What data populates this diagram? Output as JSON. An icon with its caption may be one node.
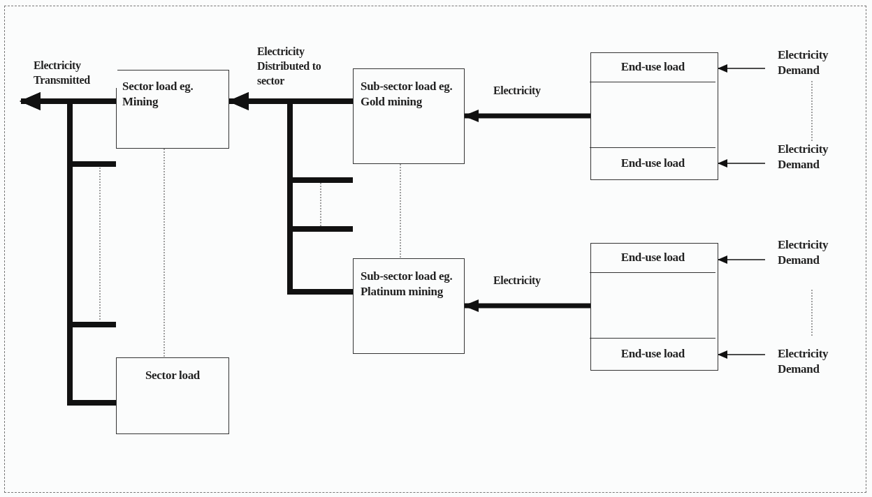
{
  "diagram": {
    "nodes": [
      {
        "text": [
          "Sector load eg. Mining"
        ]
      },
      {
        "text": [
          "Sector load"
        ]
      },
      {
        "text": [
          "Sub-sector load eg. Gold mining"
        ]
      },
      {
        "text": [
          "Sub-sector load eg. Platinum mining"
        ]
      },
      {
        "text": [],
        "shape": "box"
      },
      {
        "text": [
          "End-use load"
        ],
        "in": 4
      },
      {
        "text": [
          "End-use load"
        ],
        "in": 4
      },
      {
        "text": [],
        "shape": "box"
      },
      {
        "text": [
          "End-use load"
        ],
        "in": 7
      },
      {
        "text": [
          "End-use load"
        ],
        "in": 7
      },
      {
        "text": [
          "Electricity Demand"
        ]
      },
      {
        "text": [
          "Electricity Demand"
        ]
      },
      {
        "text": [
          "Electricity Demand"
        ]
      },
      {
        "text": [
          "Electricity Demand"
        ]
      }
    ],
    "edges": [
      {
        "from": 0,
        "to": null,
        "arrow": "to",
        "style": "thick",
        "label": "Electricity Transmitted"
      },
      {
        "from": 1,
        "to": null,
        "arrow": "to",
        "style": "thick"
      },
      {
        "from": 2,
        "to": 0,
        "arrow": "to",
        "style": "thick",
        "label": "Electricity Distributed to sector"
      },
      {
        "from": 3,
        "to": 0,
        "arrow": "to",
        "style": "thick"
      },
      {
        "from": 4,
        "to": 2,
        "arrow": "to",
        "style": "thick",
        "label": "Electricity"
      },
      {
        "from": 7,
        "to": 3,
        "arrow": "to",
        "style": "thick",
        "label": "Electricity"
      },
      {
        "from": 10,
        "to": 5,
        "arrow": "to"
      },
      {
        "from": 11,
        "to": 6,
        "arrow": "to"
      },
      {
        "from": 12,
        "to": 8,
        "arrow": "to"
      },
      {
        "from": 13,
        "to": 9,
        "arrow": "to"
      },
      {
        "from": 0,
        "to": 1,
        "arrow": "none",
        "style": "dashed",
        "color": "#777777"
      },
      {
        "from": 2,
        "to": 3,
        "arrow": "none",
        "style": "dashed",
        "color": "#777777"
      },
      {
        "from": 10,
        "to": 11,
        "arrow": "none",
        "style": "dashed",
        "color": "#777777"
      }
    ]
  }
}
